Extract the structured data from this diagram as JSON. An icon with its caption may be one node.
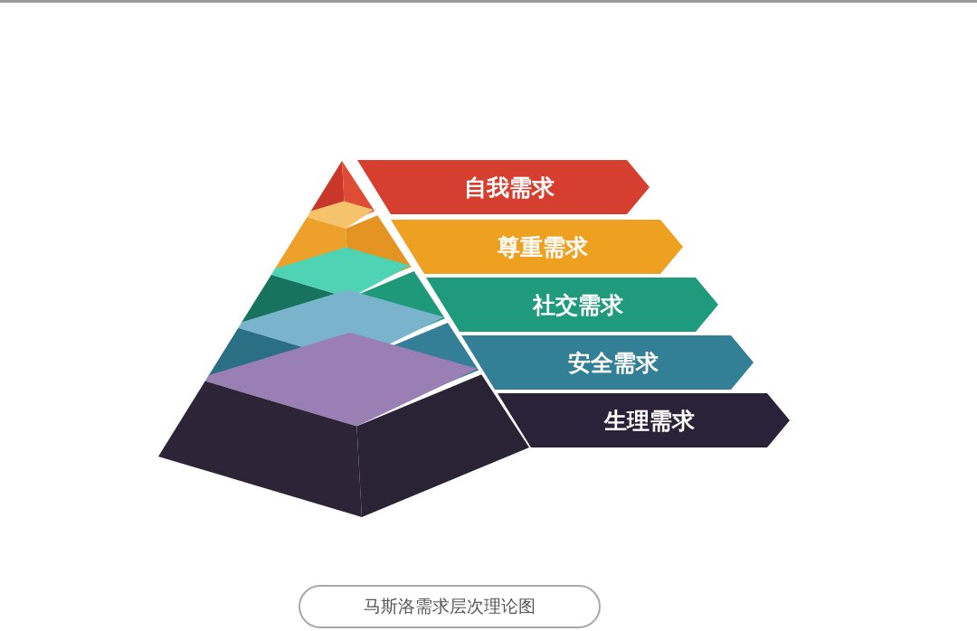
{
  "diagram": {
    "caption": "马斯洛需求层次理论图",
    "nodes": [
      {
        "text": [
          "自我需求"
        ]
      },
      {
        "text": [
          "尊重需求"
        ]
      },
      {
        "text": [
          "社交需求"
        ]
      },
      {
        "text": [
          "安全需求"
        ]
      },
      {
        "text": [
          "生理需求"
        ]
      }
    ]
  }
}
